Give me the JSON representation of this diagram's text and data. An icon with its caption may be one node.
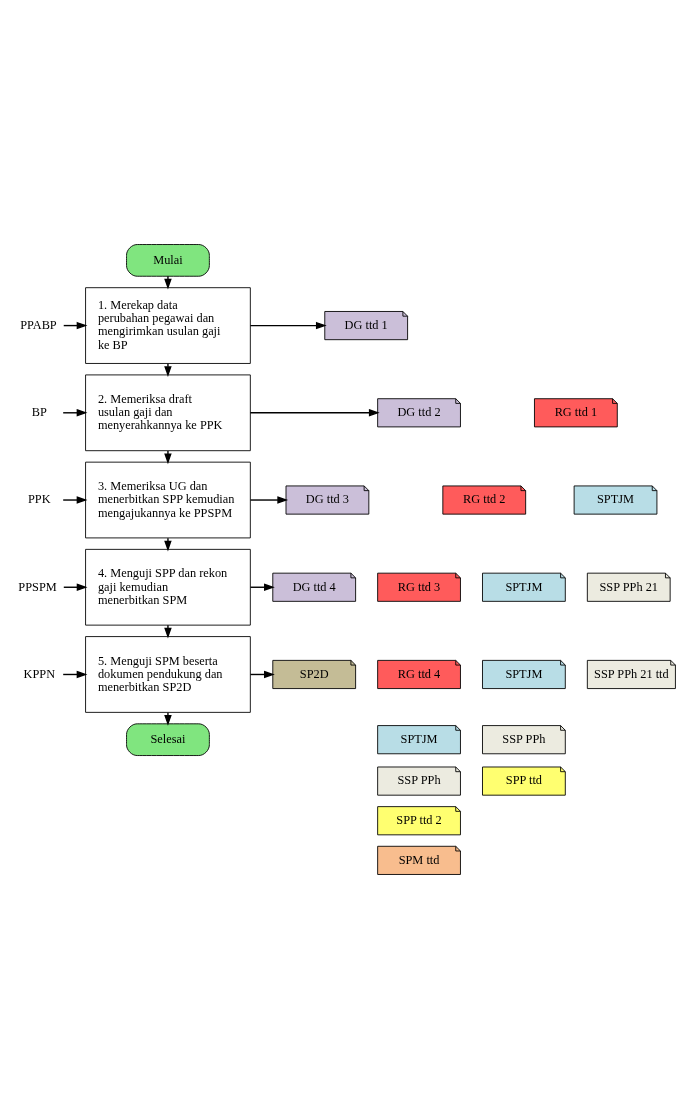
{
  "diagram": {
    "nodes": [
      {
        "text": [
          "Mulai"
        ]
      },
      {
        "text": [
          "PPABP"
        ]
      },
      {
        "text": [
          "1. Merekap data perubahan pegawai dan mengirimkan usulan gaji ke BP"
        ]
      },
      {
        "text": [
          "DG ttd 1"
        ]
      },
      {
        "text": [
          "RG ttd 1"
        ]
      },
      {
        "text": [
          "SPTJM"
        ]
      },
      {
        "text": [
          "SSP PPh 21"
        ]
      },
      {
        "text": [
          "BP"
        ]
      },
      {
        "text": [
          "2. Memeriksa draft usulan gaji dan menyerahkannya ke PPK"
        ]
      },
      {
        "text": [
          "DG ttd 2"
        ]
      },
      {
        "text": [
          "RG ttd 2"
        ]
      },
      {
        "text": [
          "SPTJM"
        ]
      },
      {
        "text": [
          "SSP PPh 21 ttd"
        ]
      },
      {
        "text": [
          "PPK"
        ]
      },
      {
        "text": [
          "3. Memeriksa UG dan menerbitkan SPP kemudian mengajukannya ke PPSPM"
        ]
      },
      {
        "text": [
          "DG ttd 3"
        ]
      },
      {
        "text": [
          "RG ttd 3"
        ]
      },
      {
        "text": [
          "SPTJM"
        ]
      },
      {
        "text": [
          "SSP PPh"
        ]
      },
      {
        "text": [
          "SPP ttd"
        ]
      },
      {
        "text": [
          "PPSPM"
        ]
      },
      {
        "text": [
          "4. Menguji SPP dan rekon gaji kemudian menerbitkan SPM"
        ]
      },
      {
        "text": [
          "DG ttd 4"
        ]
      },
      {
        "text": [
          "RG ttd 4"
        ]
      },
      {
        "text": [
          "SPTJM"
        ]
      },
      {
        "text": [
          "SSP PPh"
        ]
      },
      {
        "text": [
          "SPP ttd 2"
        ]
      },
      {
        "text": [
          "SPM ttd"
        ]
      },
      {
        "text": [
          "KPPN"
        ]
      },
      {
        "text": [
          "5. Menguji SPM beserta dokumen pendukung dan menerbitkan SP2D"
        ]
      },
      {
        "text": [
          "SP2D"
        ]
      },
      {
        "text": [
          "Selesai"
        ]
      }
    ],
    "edges": [
      {
        "from": 0,
        "to": 2,
        "arrow": "to"
      },
      {
        "from": 1,
        "to": 2,
        "arrow": "to"
      },
      {
        "from": 2,
        "to": 3,
        "arrow": "to"
      },
      {
        "from": 2,
        "to": 8,
        "arrow": "to"
      },
      {
        "from": 7,
        "to": 8,
        "arrow": "to"
      },
      {
        "from": 8,
        "to": 9,
        "arrow": "to"
      },
      {
        "from": 8,
        "to": 14,
        "arrow": "to"
      },
      {
        "from": 13,
        "to": 14,
        "arrow": "to"
      },
      {
        "from": 14,
        "to": 15,
        "arrow": "to"
      },
      {
        "from": 14,
        "to": 21,
        "arrow": "to"
      },
      {
        "from": 20,
        "to": 21,
        "arrow": "to"
      },
      {
        "from": 21,
        "to": 22,
        "arrow": "to"
      },
      {
        "from": 21,
        "to": 29,
        "arrow": "to"
      },
      {
        "from": 28,
        "to": 29,
        "arrow": "to"
      },
      {
        "from": 29,
        "to": 30,
        "arrow": "to"
      },
      {
        "from": 29,
        "to": 31,
        "arrow": "to"
      }
    ]
  }
}
